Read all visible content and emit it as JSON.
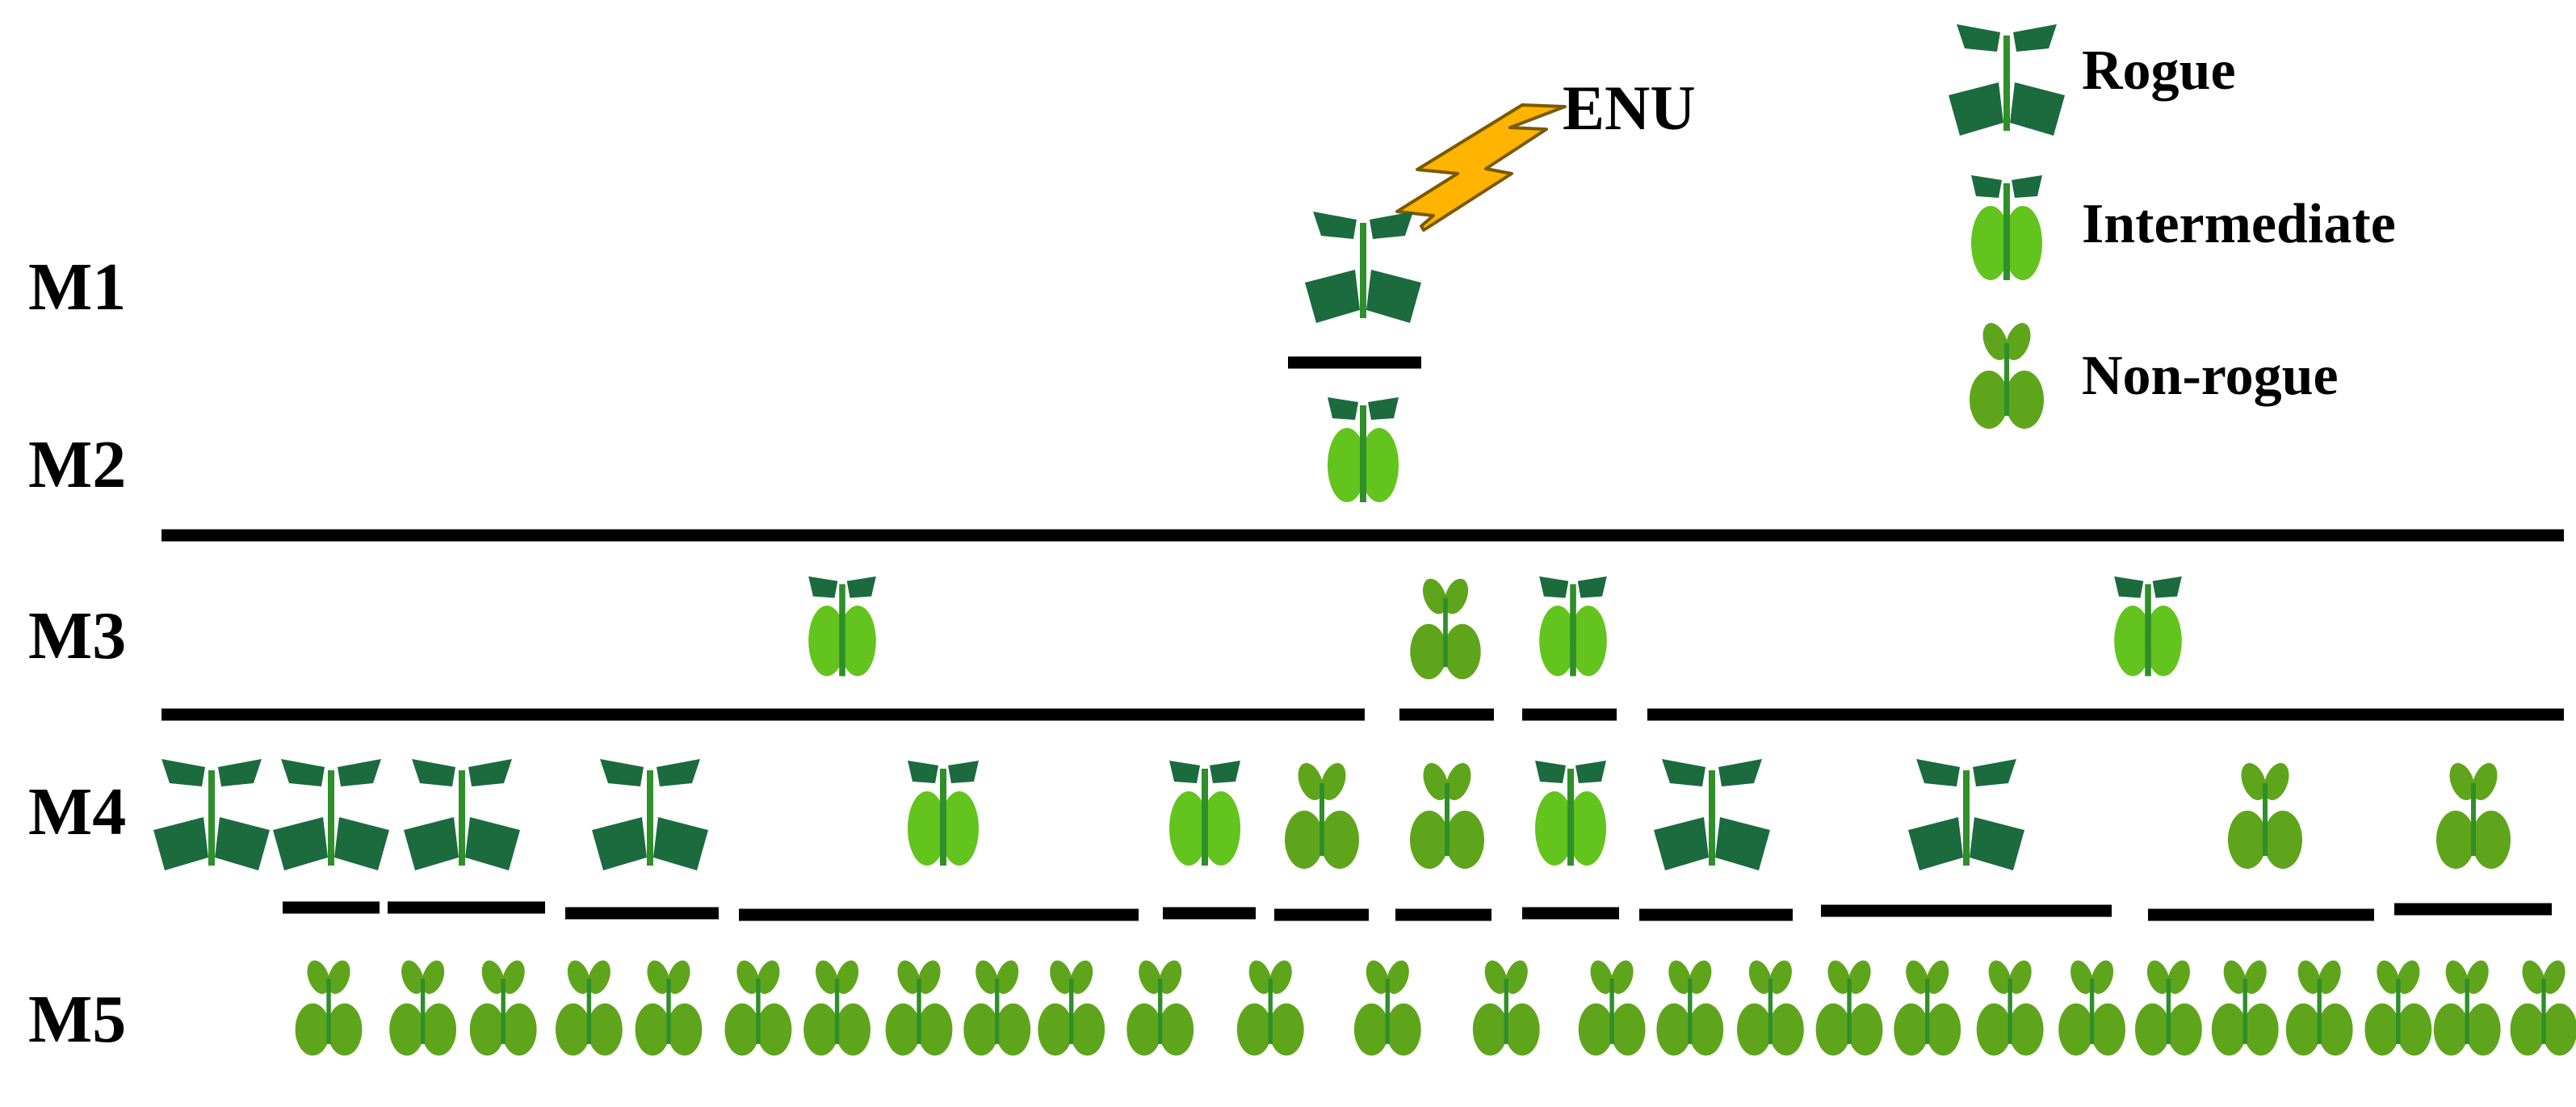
{
  "generation_labels": [
    "M1",
    "M2",
    "M3",
    "M4",
    "M5"
  ],
  "treatment": {
    "label": "ENU",
    "icon": "lightning-bolt-icon"
  },
  "legend": [
    {
      "label": "Rogue",
      "phenotype": "rogue",
      "icon": "rogue-plant-icon"
    },
    {
      "label": "Intermediate",
      "phenotype": "intermediate",
      "icon": "intermediate-plant-icon"
    },
    {
      "label": "Non-rogue",
      "phenotype": "non-rogue",
      "icon": "non-rogue-plant-icon"
    }
  ],
  "phenotype_colors": {
    "rogue": {
      "leaf": "#1b6b3e",
      "stem": "#2f8f2a"
    },
    "intermediate": {
      "leaf": "#62c41c",
      "tip": "#1b6b3e",
      "stem": "#2f8f2a"
    },
    "non-rogue": {
      "leaf": "#5fa51c",
      "stem": "#2f8f2a"
    }
  },
  "plants": {
    "M1": [
      "rogue"
    ],
    "M2": [
      "intermediate"
    ],
    "M3": [
      "intermediate",
      "non-rogue",
      "intermediate",
      "intermediate"
    ],
    "M4": [
      "rogue",
      "rogue",
      "rogue",
      "rogue",
      "intermediate",
      "intermediate",
      "non-rogue",
      "non-rogue",
      "intermediate",
      "rogue",
      "rogue",
      "non-rogue",
      "non-rogue"
    ],
    "M5": [
      "non-rogue",
      "non-rogue",
      "non-rogue",
      "non-rogue",
      "non-rogue",
      "non-rogue",
      "non-rogue",
      "non-rogue",
      "non-rogue",
      "non-rogue",
      "non-rogue",
      "non-rogue",
      "non-rogue",
      "non-rogue",
      "non-rogue",
      "non-rogue",
      "non-rogue",
      "non-rogue",
      "non-rogue",
      "non-rogue",
      "non-rogue",
      "non-rogue",
      "non-rogue",
      "non-rogue",
      "non-rogue",
      "non-rogue",
      "non-rogue"
    ]
  }
}
